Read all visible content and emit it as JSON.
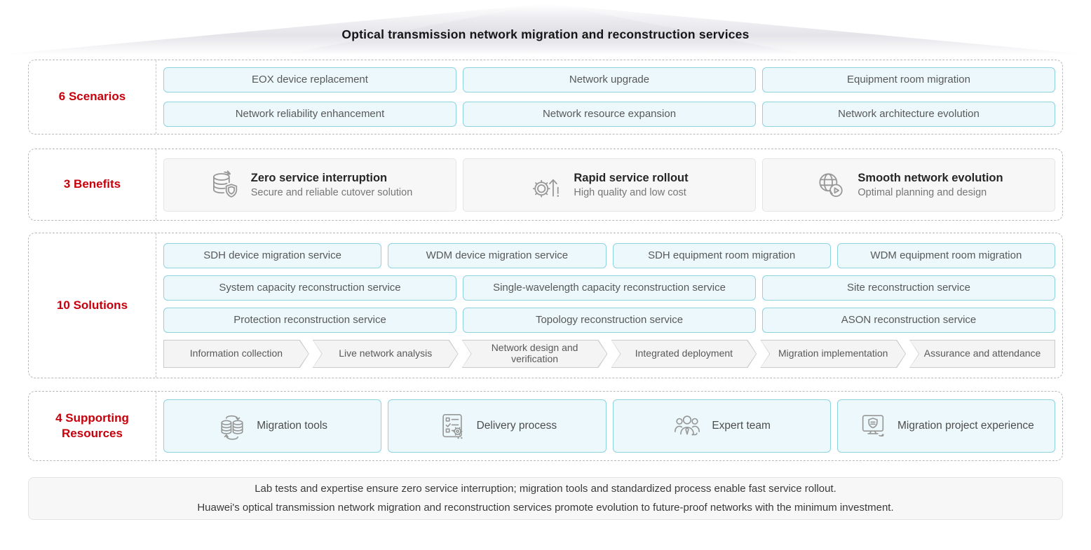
{
  "title": "Optical transmission network migration and reconstruction services",
  "colors": {
    "accent_red": "#c7000b",
    "cyan_box_fill": "#ecf8fb",
    "cyan_box_border": "#8ed3e0",
    "gray_card_fill": "#f7f7f7",
    "chevron_fill": "#f4f4f4"
  },
  "sections": {
    "scenarios": {
      "label": "6 Scenarios",
      "items": [
        "EOX device replacement",
        "Network upgrade",
        "Equipment room migration",
        "Network reliability enhancement",
        "Network resource expansion",
        "Network architecture evolution"
      ]
    },
    "benefits": {
      "label": "3 Benefits",
      "items": [
        {
          "icon": "database-shield-icon",
          "title": "Zero service interruption",
          "subtitle": "Secure and reliable cutover solution"
        },
        {
          "icon": "gear-arrow-up-icon",
          "title": "Rapid service rollout",
          "subtitle": "High quality and low cost"
        },
        {
          "icon": "globe-play-icon",
          "title": "Smooth network evolution",
          "subtitle": "Optimal planning and design"
        }
      ]
    },
    "solutions": {
      "label": "10 Solutions",
      "rows": [
        [
          "SDH device migration service",
          "WDM device migration service",
          "SDH equipment room migration",
          "WDM equipment room migration"
        ],
        [
          "System capacity reconstruction service",
          "Single-wavelength capacity reconstruction service",
          "Site reconstruction service"
        ],
        [
          "Protection reconstruction service",
          "Topology reconstruction service",
          "ASON reconstruction service"
        ]
      ],
      "process": [
        "Information collection",
        "Live network analysis",
        "Network design and verification",
        "Integrated deployment",
        "Migration implementation",
        "Assurance and attendance"
      ]
    },
    "resources": {
      "label": "4 Supporting Resources",
      "items": [
        {
          "icon": "migration-tools-icon",
          "label": "Migration tools"
        },
        {
          "icon": "delivery-process-icon",
          "label": "Delivery process"
        },
        {
          "icon": "expert-team-icon",
          "label": "Expert team"
        },
        {
          "icon": "monitor-shield-icon",
          "label": "Migration project experience"
        }
      ]
    }
  },
  "footer": {
    "line1": "Lab tests and expertise ensure zero service interruption; migration tools and standardized process enable fast service rollout.",
    "line2": "Huawei's optical transmission network migration and reconstruction services promote evolution to future-proof networks with the minimum investment."
  }
}
